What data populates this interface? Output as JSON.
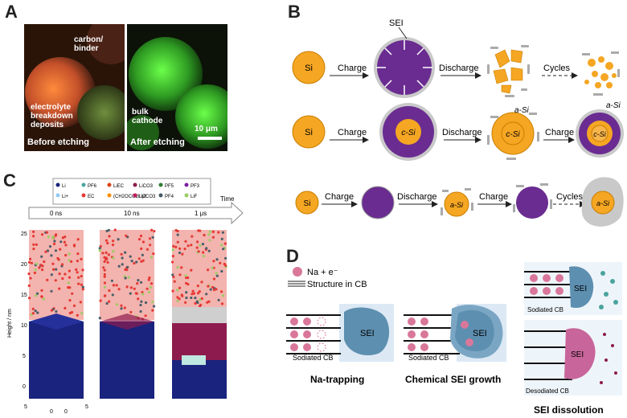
{
  "panels": {
    "a": {
      "letter": "A",
      "left_caption": "Before etching",
      "right_caption": "After etching",
      "labels": {
        "carbon": "carbon/\nbinder",
        "electrolyte": "electrolyte\nbreakdown\ndeposits",
        "bulk": "bulk\ncathode",
        "scale": "10 μm"
      }
    },
    "b": {
      "letter": "B",
      "sei": "SEI",
      "si": "Si",
      "csi": "c-Si",
      "asi": "a-Si",
      "charge": "Charge",
      "discharge": "Discharge",
      "cycles": "Cycles"
    },
    "c": {
      "letter": "C",
      "legend": [
        "Li",
        "PF6",
        "LiEC",
        "LiCO3",
        "PF5",
        "PF3",
        "Li+",
        "EC",
        "(CH2OCO2Li)2",
        "Li2CO3",
        "PF4",
        "LiF"
      ],
      "time_label": "Time",
      "times": [
        "0 ns",
        "10 ns",
        "1 μs"
      ],
      "ylabel": "Height / nm",
      "yticks": [
        "25",
        "20",
        "15",
        "10",
        "5",
        "0"
      ],
      "xticks": [
        "5",
        "0",
        "0",
        "5"
      ]
    },
    "d": {
      "letter": "D",
      "legend_na": "Na + e⁻",
      "legend_cb": "Structure in CB",
      "sei": "SEI",
      "sodiated": "Sodiated CB",
      "desodiated": "Desodiated CB",
      "titles": [
        "Na-trapping",
        "Chemical SEI growth",
        "SEI dissolution"
      ]
    }
  },
  "colors": {
    "si_orange": "#f5a623",
    "sei_purple": "#6a2c91",
    "sei_grey": "#b9b9b9",
    "c_blue": "#1a237e",
    "c_red": "#e53935",
    "c_maroon": "#8e1b4e",
    "d_blue": "#5d8fb0",
    "d_pink": "#d9779a"
  }
}
